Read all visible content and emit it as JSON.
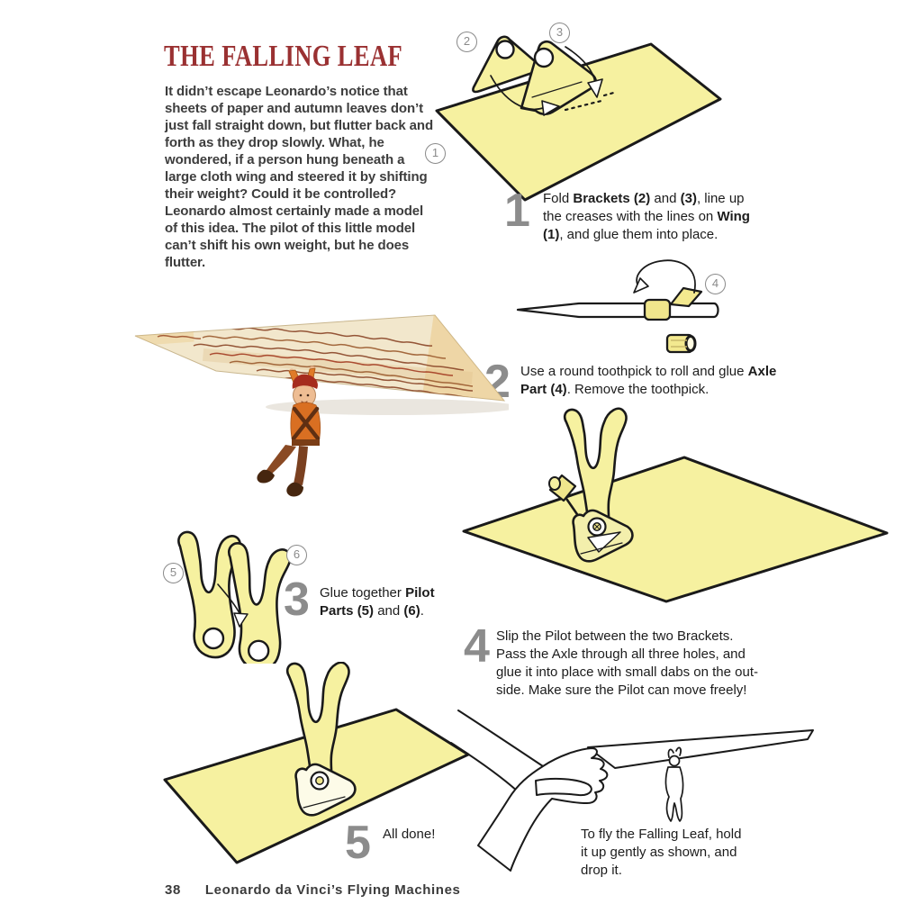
{
  "page": {
    "title": "THE FALLING LEAF",
    "intro": "It didn’t escape Leonardo’s notice that sheets of paper and autumn leaves don’t just fall straight down, but flutter back and forth as they drop slowly. What, he wondered, if a person hung beneath a large cloth wing and steered it by shifting their weight? Could it be controlled? Leonardo almost certainly made a model of this idea. The pilot of this little model can’t shift his own weight, but he does flutter.",
    "footer": {
      "page_number": "38",
      "book_title": "Leonardo da Vinci’s Flying Machines"
    }
  },
  "steps": {
    "s1": {
      "num": "1",
      "segs": [
        {
          "t": "Fold ",
          "b": false
        },
        {
          "t": "Brackets (2)",
          "b": true
        },
        {
          "t": " and ",
          "b": false
        },
        {
          "t": "(3)",
          "b": true
        },
        {
          "t": ", line up the creases with the lines on ",
          "b": false
        },
        {
          "t": "Wing (1)",
          "b": true
        },
        {
          "t": ", and glue them into place.",
          "b": false
        }
      ]
    },
    "s2": {
      "num": "2",
      "segs": [
        {
          "t": "Use a round toothpick to roll and glue ",
          "b": false
        },
        {
          "t": "Axle Part (4)",
          "b": true
        },
        {
          "t": ". Remove the toothpick.",
          "b": false
        }
      ]
    },
    "s3": {
      "num": "3",
      "segs": [
        {
          "t": "Glue together ",
          "b": false
        },
        {
          "t": "Pilot Parts (5)",
          "b": true
        },
        {
          "t": " and ",
          "b": false
        },
        {
          "t": "(6)",
          "b": true
        },
        {
          "t": ".",
          "b": false
        }
      ]
    },
    "s4": {
      "num": "4",
      "lines": [
        "Slip the Pilot between the two Brackets.",
        "Pass the Axle through all three holes, and",
        "glue it into place with small dabs on the out-",
        "side. Make sure the Pilot can move freely!"
      ]
    },
    "s5": {
      "num": "5",
      "text": "All done!"
    }
  },
  "fly_note": {
    "lines": [
      "To fly the Falling Leaf, hold",
      "it up gently as shown, and",
      "drop it."
    ]
  },
  "part_labels": {
    "p1": "1",
    "p2": "2",
    "p3": "3",
    "p4": "4",
    "p5": "5",
    "p6": "6"
  },
  "colors": {
    "title_red": "#9a3132",
    "body_text": "#3d3d3d",
    "step_text": "#1c1c1c",
    "step_number_gray": "#8c8c8c",
    "label_circle_gray": "#8a8a8a",
    "paper_yellow": "#f6f1a0",
    "rolled_yellow": "#f0e68c",
    "outline_black": "#1a1a1a",
    "parchment_cream": "#f2e7cc",
    "parchment_amber": "#e8bf6e",
    "script_brown": "#8a4527",
    "pilot_orange": "#d96f22",
    "pilot_red_cap": "#a62c1e",
    "pilot_skin": "#eebd93"
  }
}
